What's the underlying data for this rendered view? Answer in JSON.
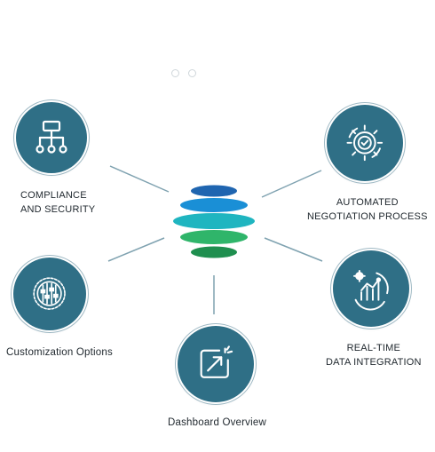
{
  "nodes": {
    "compliance": {
      "line1": "COMPLIANCE",
      "line2": "AND SECURITY",
      "icon": "hierarchy-icon"
    },
    "negotiation": {
      "line1": "AUTOMATED",
      "line2": "NEGOTIATION PROCESS",
      "icon": "gear-check-icon"
    },
    "customization": {
      "line1": "Customization Options",
      "icon": "sliders-icon"
    },
    "realtime": {
      "line1": "REAL-TIME",
      "line2": "DATA INTEGRATION",
      "icon": "analytics-gear-icon"
    },
    "dashboard": {
      "line1": "Dashboard Overview",
      "icon": "dashboard-spark-icon"
    }
  },
  "colors": {
    "circle": "#2f6f86",
    "connector": "#7fa2b0",
    "stack": [
      "#1f65b0",
      "#1a8fd6",
      "#1fb5c0",
      "#2fb56a",
      "#1f8f4f"
    ]
  }
}
